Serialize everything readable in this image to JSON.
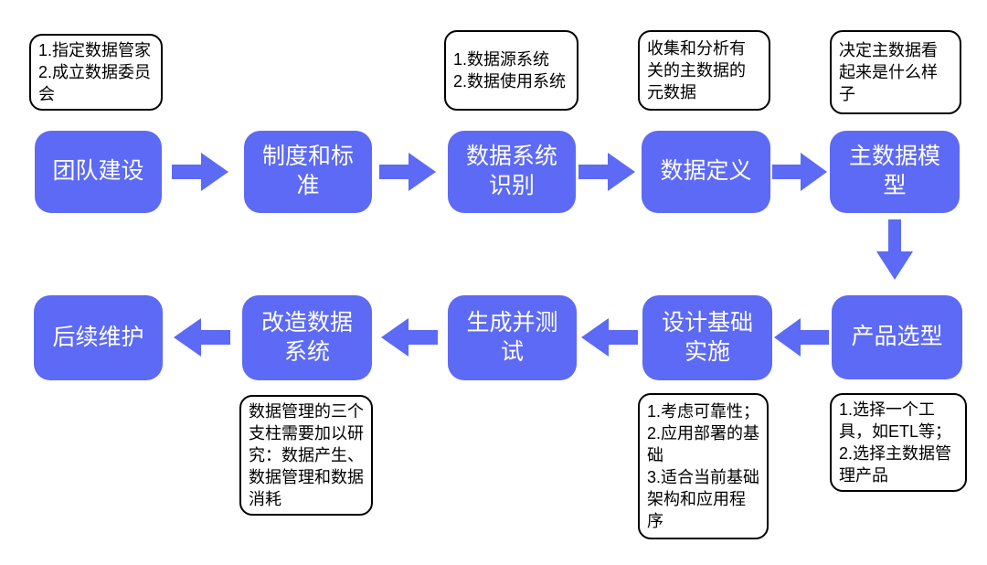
{
  "colors": {
    "accent": "#5c6af5",
    "node_text": "#ffffff",
    "annotation_border": "#000000",
    "annotation_text": "#000000",
    "background": "#ffffff"
  },
  "icons": {
    "arrow_right": "→",
    "arrow_left": "←",
    "arrow_down": "↓"
  },
  "flowchart": {
    "top_row": [
      {
        "label": "团队建设"
      },
      {
        "label": "制度和标准"
      },
      {
        "label": "数据系统识别"
      },
      {
        "label": "数据定义"
      },
      {
        "label": "主数据模型"
      }
    ],
    "bottom_row": [
      {
        "label": "产品选型"
      },
      {
        "label": "设计基础实施"
      },
      {
        "label": "生成并测试"
      },
      {
        "label": "改造数据系统"
      },
      {
        "label": "后续维护"
      }
    ],
    "annotations": [
      {
        "attached_to": "团队建设",
        "position": "above",
        "text": "1.指定数据管家\n2.成立数据委员会"
      },
      {
        "attached_to": "数据系统识别",
        "position": "above",
        "text": "1.数据源系统\n2.数据使用系统"
      },
      {
        "attached_to": "数据定义",
        "position": "above",
        "text": "收集和分析有关的主数据的元数据"
      },
      {
        "attached_to": "主数据模型",
        "position": "above",
        "text": "决定主数据看起来是什么样子"
      },
      {
        "attached_to": "改造数据系统",
        "position": "below",
        "text": "数据管理的三个支柱需要加以研究：数据产生、数据管理和数据消耗"
      },
      {
        "attached_to": "设计基础实施",
        "position": "below",
        "text": "1.考虑可靠性；\n2.应用部署的基础\n3.适合当前基础架构和应用程序"
      },
      {
        "attached_to": "产品选型",
        "position": "below",
        "text": "1.选择一个工具，如ETL等；\n2.选择主数据管理产品"
      }
    ]
  }
}
